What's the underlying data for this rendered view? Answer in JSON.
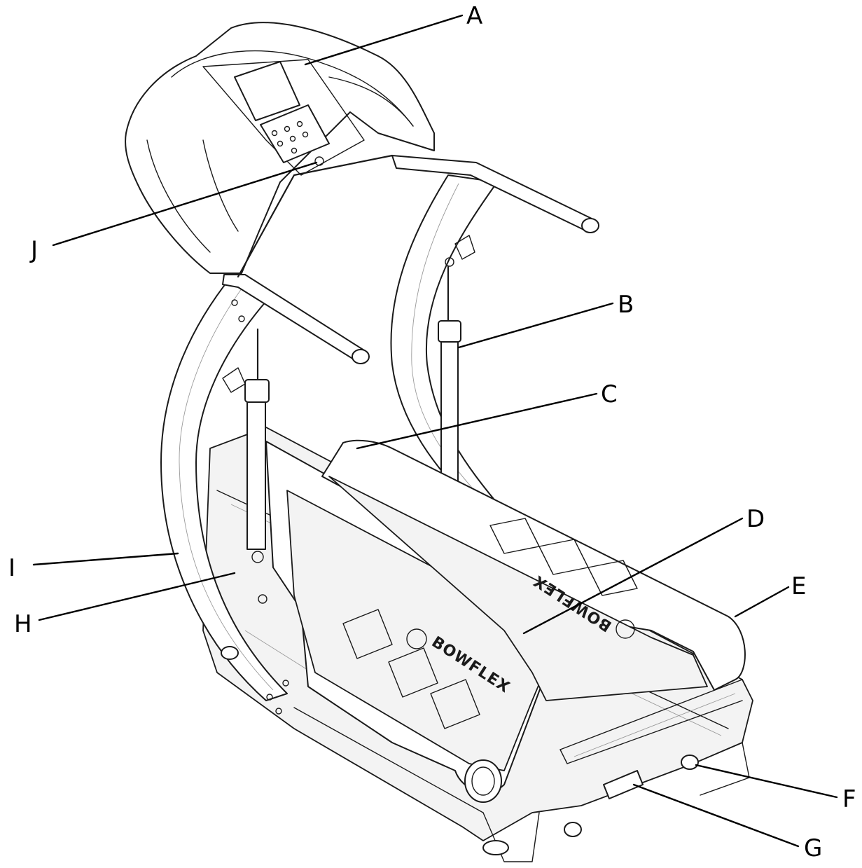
{
  "diagram": {
    "brand_text": "BOWFLEX",
    "callouts": [
      {
        "id": "A",
        "letter": "A"
      },
      {
        "id": "B",
        "letter": "B"
      },
      {
        "id": "C",
        "letter": "C"
      },
      {
        "id": "D",
        "letter": "D"
      },
      {
        "id": "E",
        "letter": "E"
      },
      {
        "id": "F",
        "letter": "F"
      },
      {
        "id": "G",
        "letter": "G"
      },
      {
        "id": "H",
        "letter": "H"
      },
      {
        "id": "I",
        "letter": "I"
      },
      {
        "id": "J",
        "letter": "J"
      }
    ]
  }
}
